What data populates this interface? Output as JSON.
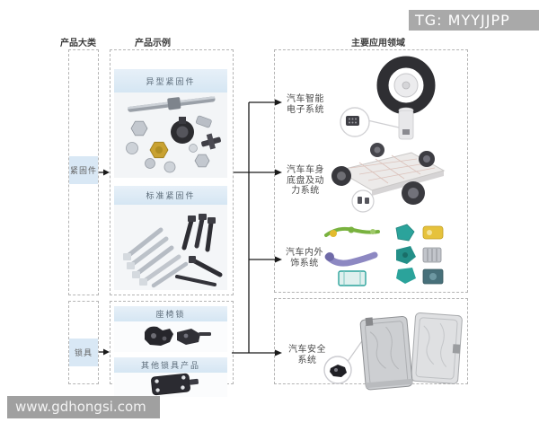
{
  "badge": {
    "text": "TG: MYYJJPP"
  },
  "headers": {
    "category": "产品大类",
    "examples": "产品示例",
    "applications": "主要应用领域"
  },
  "categories": {
    "fasteners": {
      "label": "紧固件"
    },
    "locks": {
      "label": "锁具"
    }
  },
  "examples": {
    "special_fasteners": {
      "label": "异型紧固件"
    },
    "standard_fasteners": {
      "label": "标准紧固件"
    },
    "seat_lock": {
      "label": "座椅锁"
    },
    "other_locks": {
      "label": "其他锁具产品"
    }
  },
  "applications": {
    "smart_electronics": {
      "label": "汽车智能电子系统",
      "display": "汽车智能\n电子系统"
    },
    "body_chassis_power": {
      "label": "汽车车身底盘及动力系统",
      "display": "汽车车身\n底盘及动\n力系统"
    },
    "interior_exterior_trim": {
      "label": "汽车内外饰系统",
      "display": "汽车内外\n饰系统"
    },
    "safety_system": {
      "label": "汽车安全系统",
      "display": "汽车安全\n系统"
    }
  },
  "watermark": {
    "text": "www.gdhongsi.com"
  },
  "colors": {
    "label_blue": "#d9e8f5",
    "badge_gray": "#a9a9a9",
    "watermark_gray": "#989898",
    "dashed_border": "#b4b4b4",
    "arrow": "#1a1a1a"
  }
}
